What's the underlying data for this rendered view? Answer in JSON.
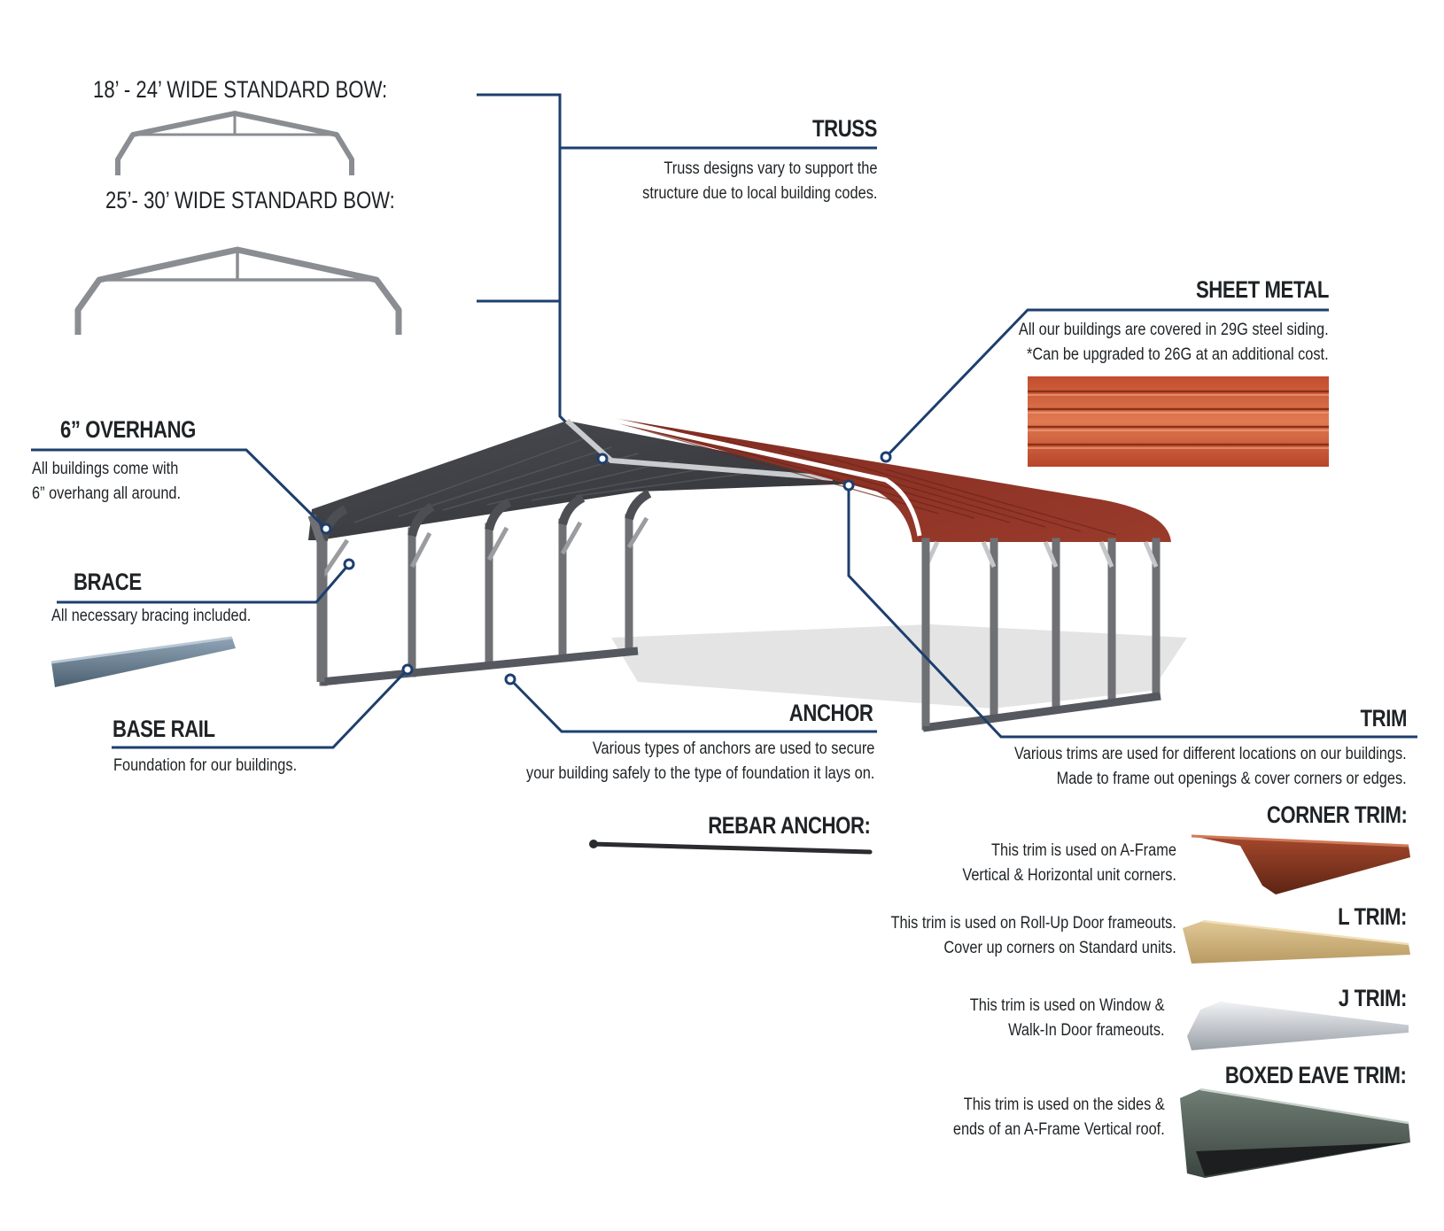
{
  "bows": {
    "narrow": "18’ - 24’ WIDE STANDARD BOW:",
    "wide": "25’- 30’ WIDE STANDARD BOW:"
  },
  "parts": {
    "truss": {
      "title": "TRUSS",
      "line1": "Truss designs vary to support the",
      "line2": "structure due to local building codes."
    },
    "sheet_metal": {
      "title": "SHEET METAL",
      "line1": "All our buildings are covered in 29G steel siding.",
      "line2": "*Can be upgraded to 26G at an additional cost."
    },
    "overhang": {
      "title": "6” OVERHANG",
      "line1": "All buildings come with",
      "line2": "6” overhang all around."
    },
    "brace": {
      "title": "BRACE",
      "line1": "All necessary bracing included."
    },
    "base_rail": {
      "title": "BASE RAIL",
      "line1": "Foundation for our buildings."
    },
    "anchor": {
      "title": "ANCHOR",
      "line1": "Various types of anchors are used to secure",
      "line2": "your building safely to the type of foundation it lays on."
    },
    "rebar_anchor": {
      "title": "REBAR ANCHOR:"
    },
    "trim": {
      "title": "TRIM",
      "line1": "Various trims are used for different locations on our buildings.",
      "line2": "Made to frame out openings  & cover corners or edges."
    }
  },
  "trims": {
    "corner": {
      "title": "CORNER TRIM:",
      "line1": "This trim is used on A-Frame",
      "line2": "Vertical & Horizontal unit corners."
    },
    "l": {
      "title": "L TRIM:",
      "line1": "This trim is used on Roll-Up Door frameouts.",
      "line2": "Cover up corners on Standard units."
    },
    "j": {
      "title": "J TRIM:",
      "line1": "This trim is used on  Window &",
      "line2": "Walk-In Door frameouts."
    },
    "boxed_eave": {
      "title": "BOXED EAVE TRIM:",
      "line1": "This trim is used on the sides &",
      "line2": "ends of an A-Frame Vertical roof."
    }
  },
  "colors": {
    "leader": "#1d3f6e",
    "roof_red": "#8a3225",
    "roof_dark": "#3d3f44",
    "frame": "#6e7074"
  }
}
